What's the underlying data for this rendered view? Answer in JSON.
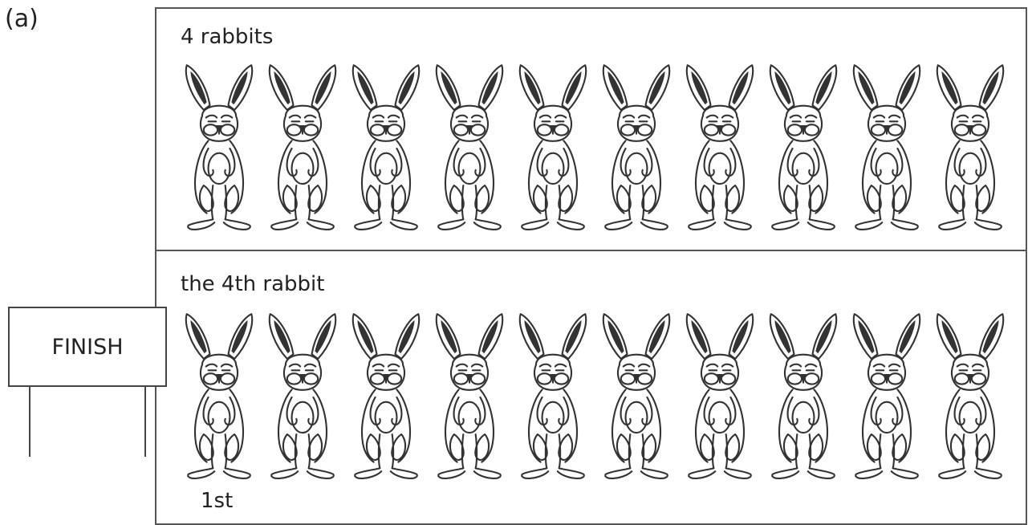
{
  "part_label": "(a)",
  "boxes": [
    {
      "label": "4 rabbits",
      "rabbit_count": 10
    },
    {
      "label": "the 4th rabbit",
      "rabbit_count": 10,
      "ordinal_label": "1st"
    }
  ],
  "sign": {
    "text": "FINISH"
  },
  "colors": {
    "ear_fill": "#333333",
    "stroke": "#333333",
    "border": "#555555"
  },
  "icons": {
    "rabbit": "rabbit-icon"
  }
}
